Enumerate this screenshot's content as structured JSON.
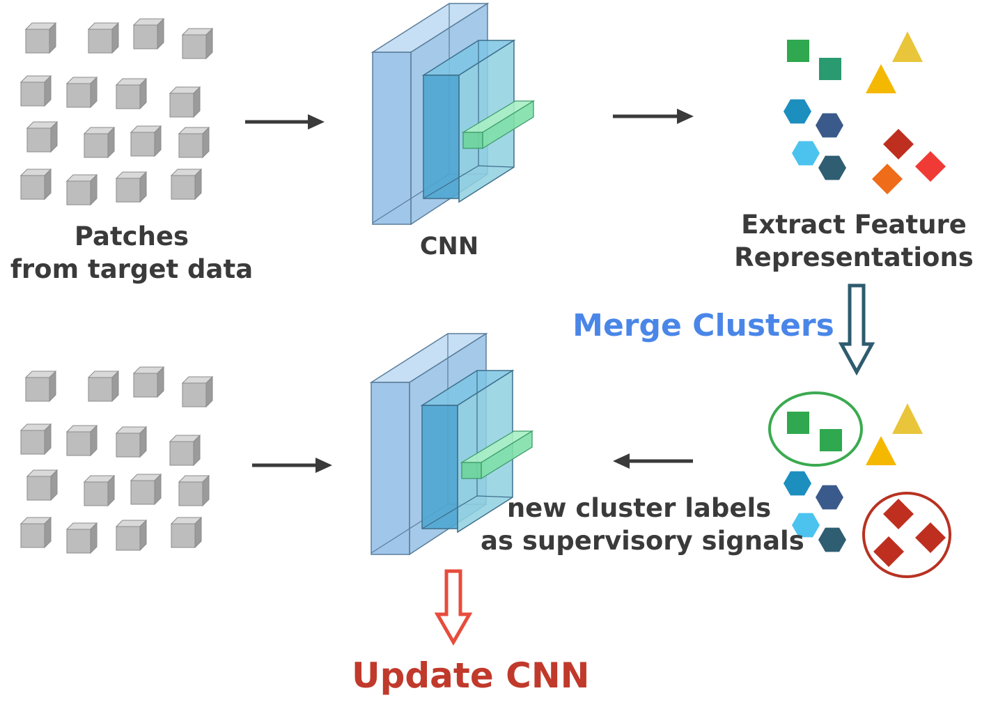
{
  "labels": {
    "patches_line1": "Patches",
    "patches_line2": "from target data",
    "cnn": "CNN",
    "extract_line1": "Extract Feature",
    "extract_line2": "Representations",
    "merge_clusters": "Merge Clusters",
    "new_labels_line1": "new cluster labels",
    "new_labels_line2": "as supervisory signals",
    "update_cnn": "Update CNN"
  },
  "colors": {
    "cube": "#bdbdbd",
    "cnn_block": "#8fbce6",
    "cnn_inner": "#4fa6d0",
    "kernel": "#7fe0a8",
    "arrow": "#3a3a3a",
    "merge_label": "#4a86e8",
    "merge_arrow": "#2e5b6e",
    "update_label": "#c0392b",
    "update_arrow": "#e74c3c",
    "cluster_green_ring": "#3aaa4f",
    "cluster_red_ring": "#b83222"
  },
  "icons": [
    "cube-icon",
    "cnn-block-icon",
    "square-icon",
    "triangle-icon",
    "hexagon-icon",
    "diamond-icon",
    "arrow-icon"
  ]
}
